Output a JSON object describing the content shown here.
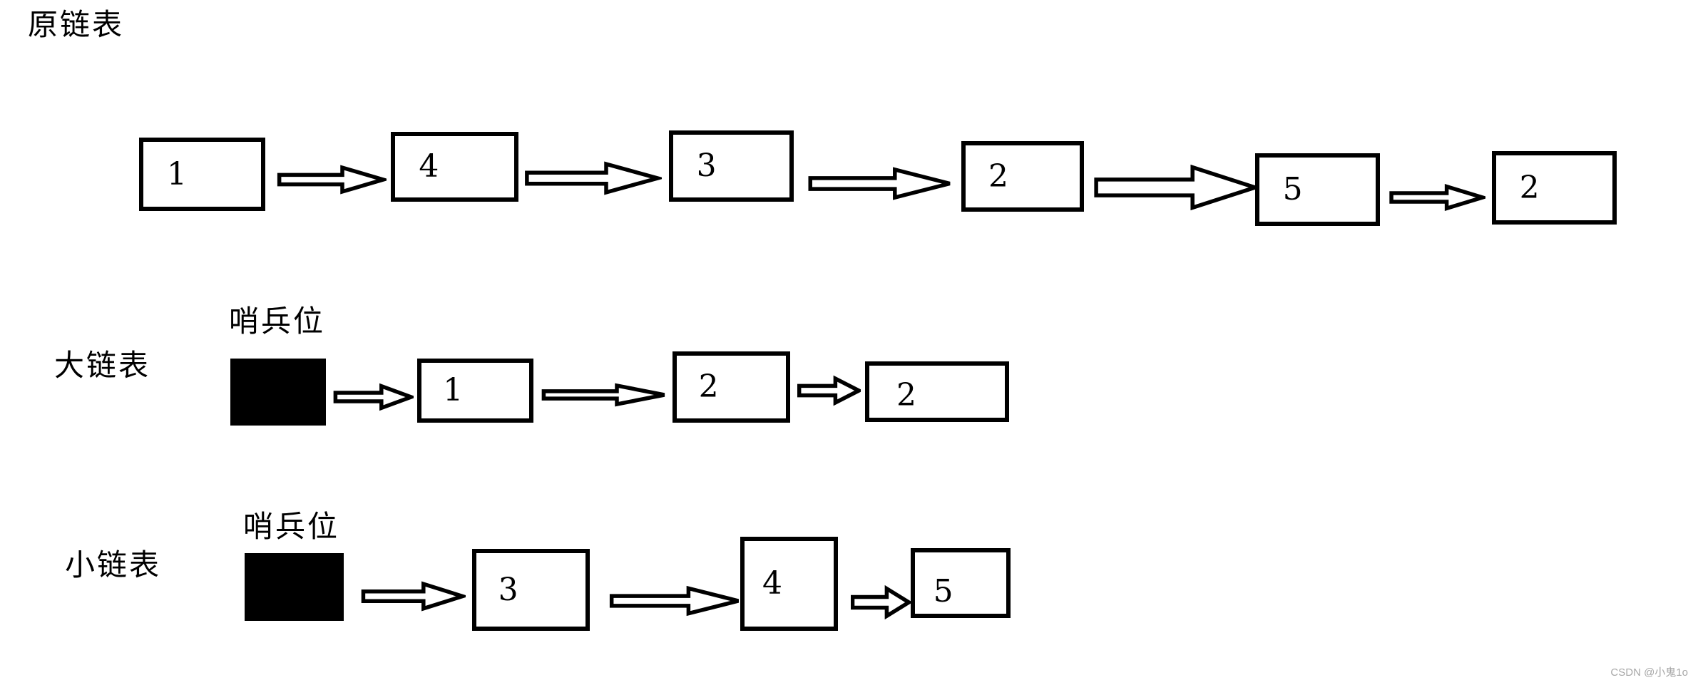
{
  "colors": {
    "background": "#ffffff",
    "ink": "#000000",
    "node_fill": "#ffffff",
    "sentinel_fill": "#000000",
    "watermark": "#a6a6a6"
  },
  "rows": {
    "original": {
      "label": "原链表",
      "nodes": [
        "1",
        "4",
        "3",
        "2",
        "5",
        "2"
      ]
    },
    "big": {
      "label": "大链表",
      "sentinel_label": "哨兵位",
      "nodes": [
        "1",
        "2",
        "2"
      ]
    },
    "small": {
      "label": "小链表",
      "sentinel_label": "哨兵位",
      "nodes": [
        "3",
        "4",
        "5"
      ]
    }
  },
  "watermark": "CSDN @小鬼1o"
}
